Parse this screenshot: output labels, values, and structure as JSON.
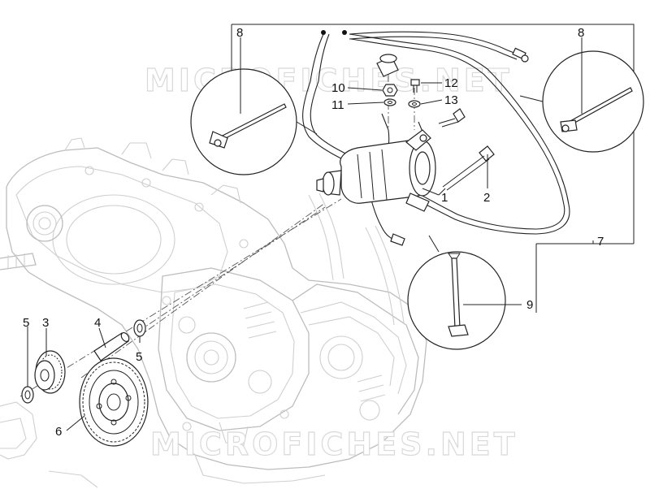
{
  "watermark": {
    "top": "MICROFICHES.NET",
    "bottom": "MICROFICHES.NET"
  },
  "callouts": {
    "c1": "1",
    "c2": "2",
    "c3": "3",
    "c4": "4",
    "c5_left": "5",
    "c5_right": "5",
    "c6": "6",
    "c7": "7",
    "c8_left": "8",
    "c8_right": "8",
    "c9": "9",
    "c10": "10",
    "c11": "11",
    "c12": "12",
    "c13": "13"
  },
  "colors": {
    "line": "#222222",
    "engine_ghost": "#cfcfcf",
    "watermark_outline": "#d9d9d9"
  }
}
